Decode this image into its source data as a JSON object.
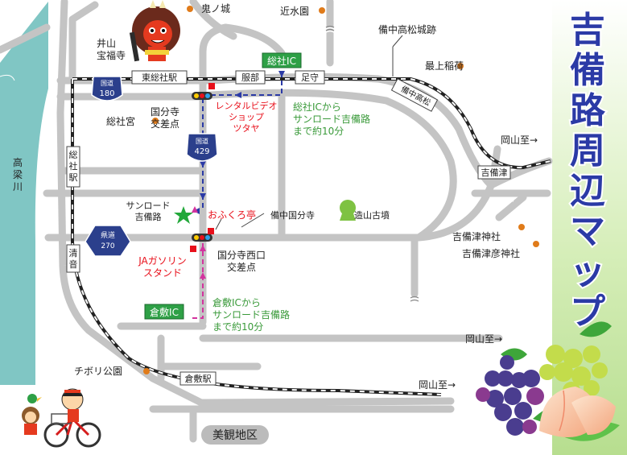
{
  "title": "吉備路周辺マップ",
  "colors": {
    "road": "#c4c4c4",
    "river": "#80c6c4",
    "poi_dot": "#e07b1a",
    "ic_green": "#2ea046",
    "route_blue": "#2b3aa6",
    "route_magenta": "#d2339e",
    "label_red": "#e8101b",
    "label_green": "#3a9a3a",
    "title_band": "#b7de8f"
  },
  "pois": [
    {
      "id": "onijo",
      "name": "鬼ノ城"
    },
    {
      "id": "konsui",
      "name": "近水園"
    },
    {
      "id": "takamatsu",
      "name": "備中高松城跡"
    },
    {
      "id": "saijo",
      "name": "最上稲荷"
    },
    {
      "id": "hofukuji",
      "name": "井山\n宝福寺"
    },
    {
      "id": "sojagu",
      "name": "総社宮"
    },
    {
      "id": "tsukuriyama",
      "name": "造山古墳"
    },
    {
      "id": "kokubunji",
      "name": "備中国分寺"
    },
    {
      "id": "kibitsu",
      "name": "吉備津神社"
    },
    {
      "id": "kibitsuhiko",
      "name": "吉備津彦神社"
    },
    {
      "id": "tivoli",
      "name": "チボリ公園"
    }
  ],
  "stations": [
    {
      "id": "soja_higashi",
      "name": "東総社駅"
    },
    {
      "id": "hattori",
      "name": "服部"
    },
    {
      "id": "ashimori",
      "name": "足守"
    },
    {
      "id": "soja",
      "name": "総社駅"
    },
    {
      "id": "kiyone",
      "name": "清音"
    },
    {
      "id": "kurashiki",
      "name": "倉敷駅"
    },
    {
      "id": "kibitsu_st",
      "name": "吉備津"
    }
  ],
  "routes": {
    "national_180": {
      "type": "国道",
      "num": "180"
    },
    "national_429": {
      "type": "国道",
      "num": "429"
    },
    "prefectural_270": {
      "type": "県道",
      "num": "270"
    },
    "bitchu_line": "備中高松"
  },
  "interchanges": {
    "soja_ic": "総社IC",
    "kurashiki_ic": "倉敷IC"
  },
  "intersections": {
    "kokubunji": "国分寺\n交差点",
    "kokubunji_west": "国分寺西口\n交差点"
  },
  "shops": {
    "tsutaya": "レンタルビデオ\nショップ\nツタヤ",
    "ofukuro": "おふくろ亭",
    "ja": "JAガソリン\nスタンド",
    "sunroad": "サンロード\n吉備路"
  },
  "directions": {
    "soja_ic_note": "総社ICから\nサンロード吉備路\nまで約10分",
    "kurashiki_ic_note": "倉敷ICから\nサンロード吉備路\nまで約10分",
    "okayama_1": "岡山至→",
    "okayama_2": "岡山至→",
    "okayama_3": "岡山至→"
  },
  "areas": {
    "takahashi_river": "高梁川",
    "bikan": "美観地区"
  }
}
